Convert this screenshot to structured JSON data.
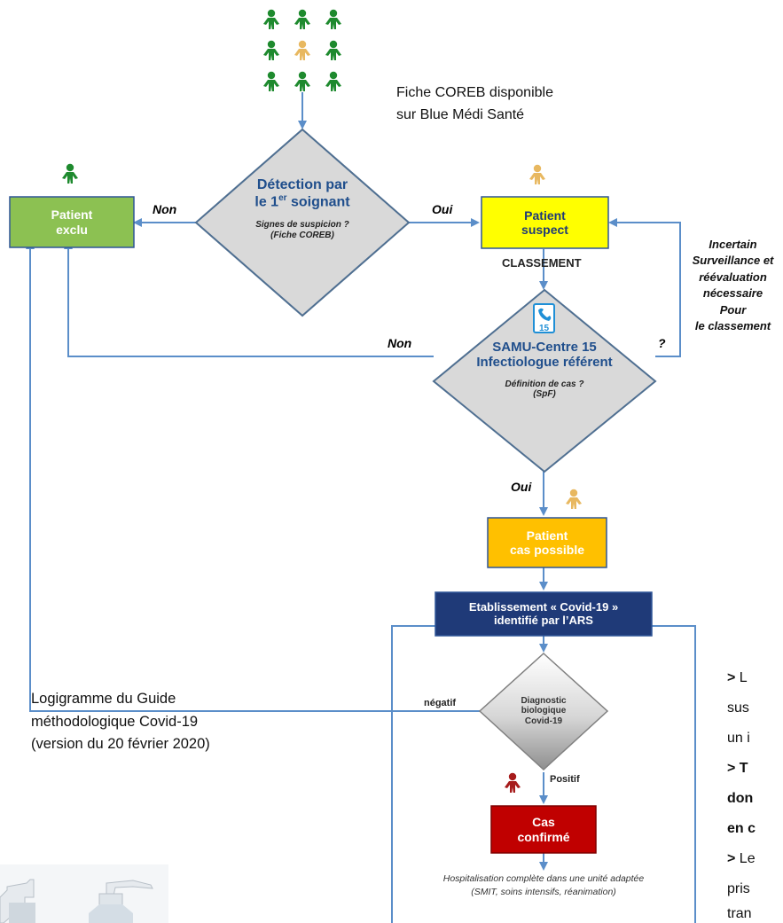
{
  "diagram": {
    "coreb_note": [
      "Fiche COREB disponible",
      "sur Blue Médi Santé"
    ],
    "detection": {
      "title_1": "Détection par",
      "title_2_prefix": "le 1",
      "title_2_sup": "er",
      "title_2_suffix": " soignant",
      "sub_1": "Signes de suspicion ?",
      "sub_2": "(Fiche COREB)"
    },
    "patient_exclu": [
      "Patient",
      "exclu"
    ],
    "patient_suspect": [
      "Patient",
      "suspect"
    ],
    "classement": "CLASSEMENT",
    "edge_non_1": "Non",
    "edge_oui_1": "Oui",
    "incertain": [
      "Incertain",
      "Surveillance et",
      "réévaluation",
      "nécessaire",
      "Pour",
      "le classement"
    ],
    "samu": {
      "phone_badge": "15",
      "title_1": "SAMU-Centre 15",
      "title_2": "Infectiologue référent",
      "sub_1": "Définition de cas ?",
      "sub_2": "(SpF)"
    },
    "edge_non_2": "Non",
    "edge_question": "?",
    "edge_oui_2": "Oui",
    "cas_possible": [
      "Patient",
      "cas possible"
    ],
    "etablissement": [
      "Etablissement « Covid-19 »",
      "identifié par l’ARS"
    ],
    "diagnostic": [
      "Diagnostic",
      "biologique",
      "Covid-19"
    ],
    "edge_negatif": "négatif",
    "edge_positif": "Positif",
    "cas_confirme": [
      "Cas",
      "confirmé"
    ],
    "hospitalisation": [
      "Hospitalisation complète dans une unité adaptée",
      "(SMIT, soins intensifs, réanimation)"
    ],
    "caption": [
      "Logigramme du Guide",
      "méthodologique Covid-19",
      "(version du 20 février 2020)"
    ],
    "side_text": [
      {
        "lead": ">",
        "text": " L"
      },
      {
        "lead": "",
        "text": "sus"
      },
      {
        "lead": "",
        "text": "un i"
      },
      {
        "lead": ">",
        "text": " T",
        "bold": true
      },
      {
        "lead": "",
        "text": "don",
        "bold": true
      },
      {
        "lead": "",
        "text": "en c",
        "bold": true
      },
      {
        "lead": ">",
        "text": " Le"
      },
      {
        "lead": "",
        "text": "pris"
      },
      {
        "lead": "",
        "text": "tran"
      }
    ],
    "colors": {
      "line": "#5b8ec9",
      "green_box": "#8cc152",
      "yellow_box": "#ffff00",
      "orange_box": "#ffc000",
      "navy_box": "#1f3a78",
      "red_box": "#c00000",
      "diamond": "#d9d9d9",
      "diamond_stroke": "#4f6f91",
      "person_green": "#1e8a2e",
      "person_yellow": "#e8b860",
      "person_red": "#a61b1b"
    }
  }
}
